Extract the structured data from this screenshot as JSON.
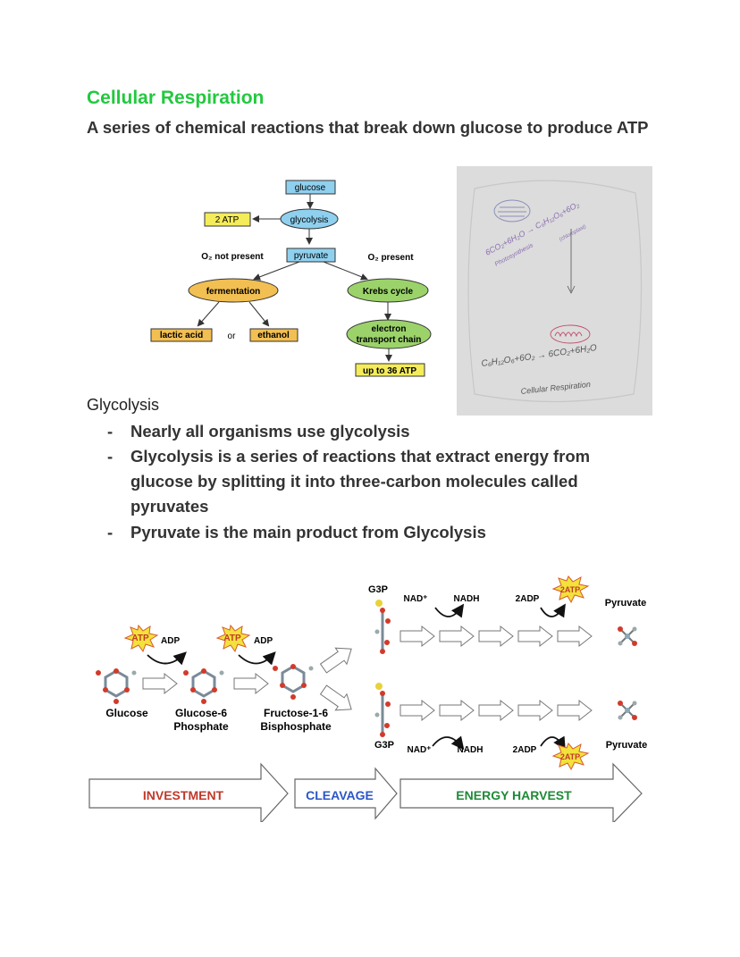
{
  "header": {
    "title": "Cellular Respiration",
    "subtitle": "A series of chemical reactions that break down glucose to produce ATP"
  },
  "flow": {
    "glucose": "glucose",
    "glycolysis": "glycolysis",
    "atp2": "2 ATP",
    "o2_not_present": "O₂ not present",
    "pyruvate": "pyruvate",
    "o2_present": "O₂ present",
    "fermentation": "fermentation",
    "krebs": "Krebs cycle",
    "etc_line1": "electron",
    "etc_line2": "transport chain",
    "lactic": "lactic acid",
    "or": "or",
    "ethanol": "ethanol",
    "up_to_36": "up to 36 ATP"
  },
  "whiteboard": {
    "eq1": "6CO₂+6H₂O → C₆H₁₂O₆+6O₂",
    "eq1_label": "Photosynthesis",
    "eq1_side": "(chloroplast)",
    "eq2": "C₆H₁₂O₆+6O₂ → 6CO₂+6H₂O",
    "eq2_label": "Cellular Respiration"
  },
  "glycolysis": {
    "heading": "Glycolysis",
    "bullets": [
      "Nearly all organisms use glycolysis",
      "Glycolysis is a series of reactions that extract energy from glucose by splitting it into three-carbon molecules called pyruvates",
      "Pyruvate is the main product from Glycolysis"
    ],
    "dash": "-"
  },
  "pathway": {
    "atp": "ATP",
    "adp": "ADP",
    "glucose": "Glucose",
    "g6p_line1": "Glucose-6",
    "g6p_line2": "Phosphate",
    "f16_line1": "Fructose-1-6",
    "f16_line2": "Bisphosphate",
    "g3p": "G3P",
    "nad": "NAD⁺",
    "nadh": "NADH",
    "adp2": "2ADP",
    "atp2": "2ATP",
    "pyruvate": "Pyruvate",
    "investment": "INVESTMENT",
    "cleavage": "CLEAVAGE",
    "harvest": "ENERGY HARVEST"
  },
  "colors": {
    "title_green": "#22c93e",
    "yellow_box": "#f4ec5a",
    "blue_box": "#8fd0ef",
    "orange_oval": "#f2bf52",
    "green_oval": "#9bd36a",
    "investment_red": "#c0392b",
    "cleavage_blue": "#2a56c6",
    "harvest_green": "#1f8a36"
  }
}
